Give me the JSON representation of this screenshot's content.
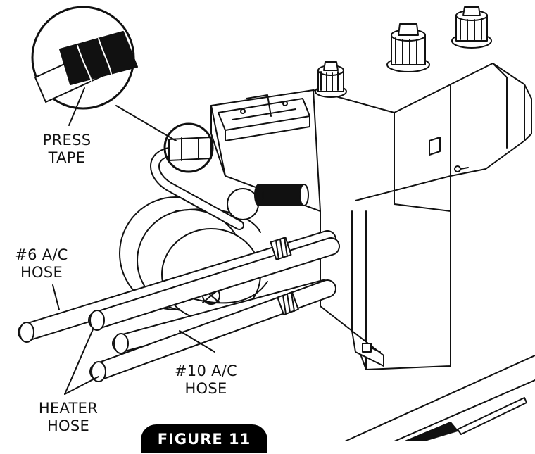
{
  "labels": {
    "press_tape_line1": "PRESS",
    "press_tape_line2": "TAPE",
    "ac6_line1": "#6 A/C",
    "ac6_line2": "HOSE",
    "ac10_line1": "#10 A/C",
    "ac10_line2": "HOSE",
    "heater_line1": "HEATER",
    "heater_line2": "HOSE"
  },
  "figure_badge": "FIGURE 11",
  "colors": {
    "ink": "#111111",
    "paper": "#ffffff",
    "badge": "#000000"
  }
}
